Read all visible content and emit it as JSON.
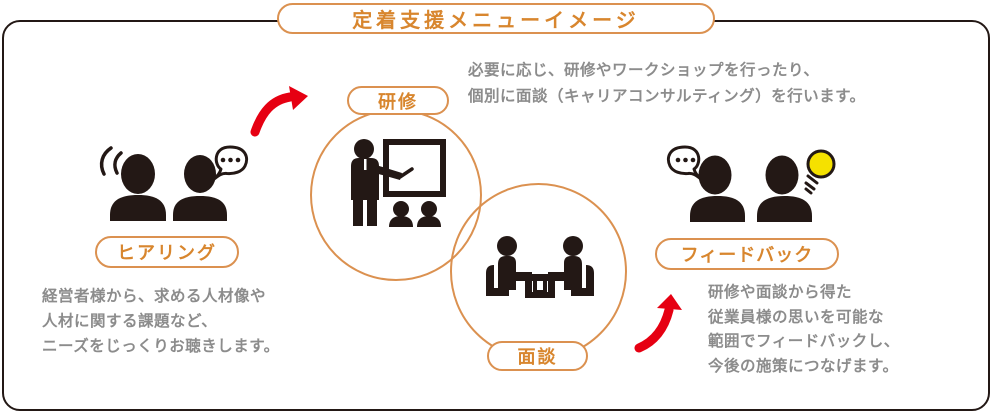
{
  "title": "定着支援メニューイメージ",
  "steps": {
    "hearing": {
      "label": "ヒアリング",
      "description": "経営者様から、求める人材像や\n人材に関する課題など、\nニーズをじっくりお聴きします。",
      "icon": "two-people-listening-with-speech-bubble"
    },
    "training": {
      "label": "研修",
      "icon": "presenter-at-whiteboard-with-audience"
    },
    "interview": {
      "label": "面談",
      "icon": "two-people-seated-at-table"
    },
    "training_interview_note": "必要に応じ、研修やワークショップを行ったり、\n個別に面談（キャリアコンサルティング）を行います。",
    "feedback": {
      "label": "フィードバック",
      "description": "研修や面談から得た\n従業員様の思いを可能な\n範囲でフィードバックし、\n今後の施策につなげます。",
      "icon": "two-people-with-lightbulb"
    }
  },
  "icons": {
    "sound_waves": "two-arc-strokes",
    "speech_bubble": "ellipse-with-three-dots",
    "lightbulb": "yellow-bulb-with-screw-base",
    "flow_arrow": "curved-red-arrow"
  },
  "colors": {
    "accent_border": "#DB9150",
    "accent_text": "#D8862E",
    "outline_dark": "#231815",
    "body_text_gray": "#8C8C8C",
    "arrow_red": "#E60012",
    "bulb_yellow": "#F5E100"
  }
}
